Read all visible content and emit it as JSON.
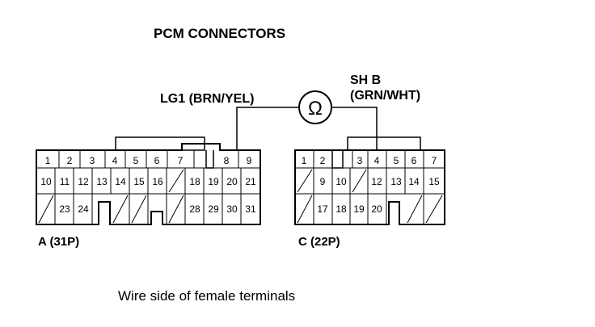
{
  "title": "PCM CONNECTORS",
  "meter": {
    "symbol": "Ω",
    "left_probe": "LG1 (BRN/YEL)",
    "right_probe_line1": "SH B",
    "right_probe_line2": "(GRN/WHT)"
  },
  "connector_a": {
    "name": "A (31P)",
    "rows": [
      [
        "1",
        "2",
        "3",
        "4",
        "5",
        "6",
        "7",
        "",
        "8",
        "9"
      ],
      [
        "10",
        "11",
        "12",
        "13",
        "14",
        "15",
        "16",
        "/",
        "18",
        "19",
        "20",
        "21"
      ],
      [
        "/",
        "23",
        "24",
        "",
        "/",
        "/",
        "",
        "/",
        "28",
        "29",
        "30",
        "31"
      ]
    ]
  },
  "connector_c": {
    "name": "C (22P)",
    "rows": [
      [
        "1",
        "2",
        "",
        "3",
        "4",
        "5",
        "6",
        "7"
      ],
      [
        "/",
        "9",
        "10",
        "/",
        "12",
        "13",
        "14",
        "15"
      ],
      [
        "/",
        "17",
        "18",
        "19",
        "20",
        "",
        "/",
        "/"
      ]
    ]
  },
  "caption": "Wire side of female terminals",
  "colors": {
    "ink": "#000000",
    "background": "#ffffff"
  }
}
